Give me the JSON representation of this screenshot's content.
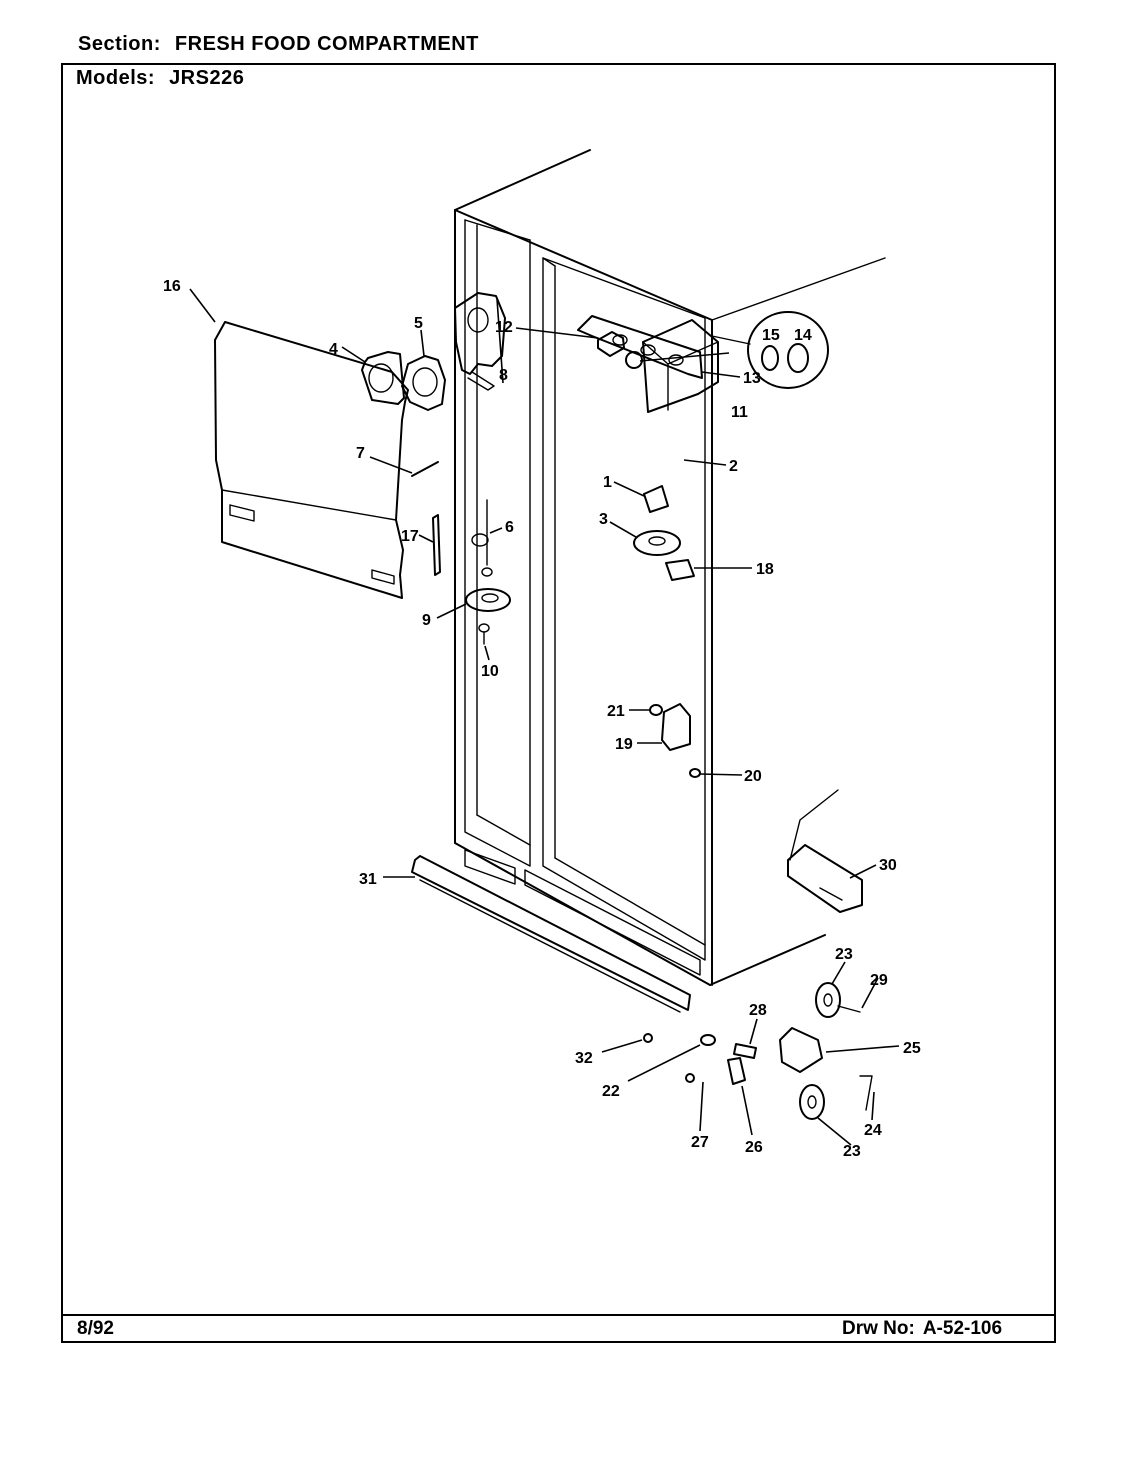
{
  "header": {
    "section_label": "Section:",
    "section_value": "FRESH FOOD COMPARTMENT",
    "models_label": "Models:",
    "models_value": "JRS226"
  },
  "footer": {
    "date": "8/92",
    "drawing_label": "Drw No:",
    "drawing_number": "A-52-106"
  },
  "callouts": {
    "c1": "1",
    "c2": "2",
    "c3": "3",
    "c4": "4",
    "c5": "5",
    "c6": "6",
    "c7": "7",
    "c8": "8",
    "c9": "9",
    "c10": "10",
    "c11": "11",
    "c12": "12",
    "c13": "13",
    "c14": "14",
    "c15": "15",
    "c16": "16",
    "c17": "17",
    "c18": "18",
    "c19": "19",
    "c20": "20",
    "c21": "21",
    "c22": "22",
    "c23a": "23",
    "c23b": "23",
    "c24": "24",
    "c25": "25",
    "c26": "26",
    "c27": "27",
    "c28": "28",
    "c29": "29",
    "c30": "30",
    "c31": "31",
    "c32": "32"
  }
}
